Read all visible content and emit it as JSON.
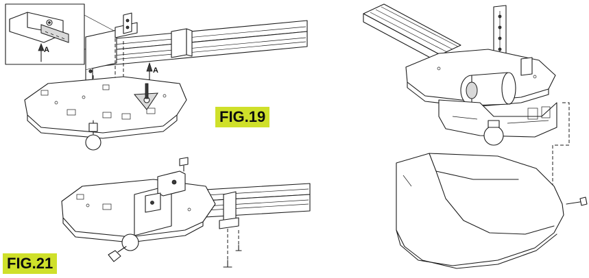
{
  "figures": {
    "fig19": {
      "label": "FIG.19"
    },
    "fig21": {
      "label": "FIG.21"
    }
  },
  "callouts": {
    "inset_a": "A",
    "main_a": "A"
  },
  "colors": {
    "label_background": "#cfe02a",
    "line": "#1a1a1a"
  }
}
